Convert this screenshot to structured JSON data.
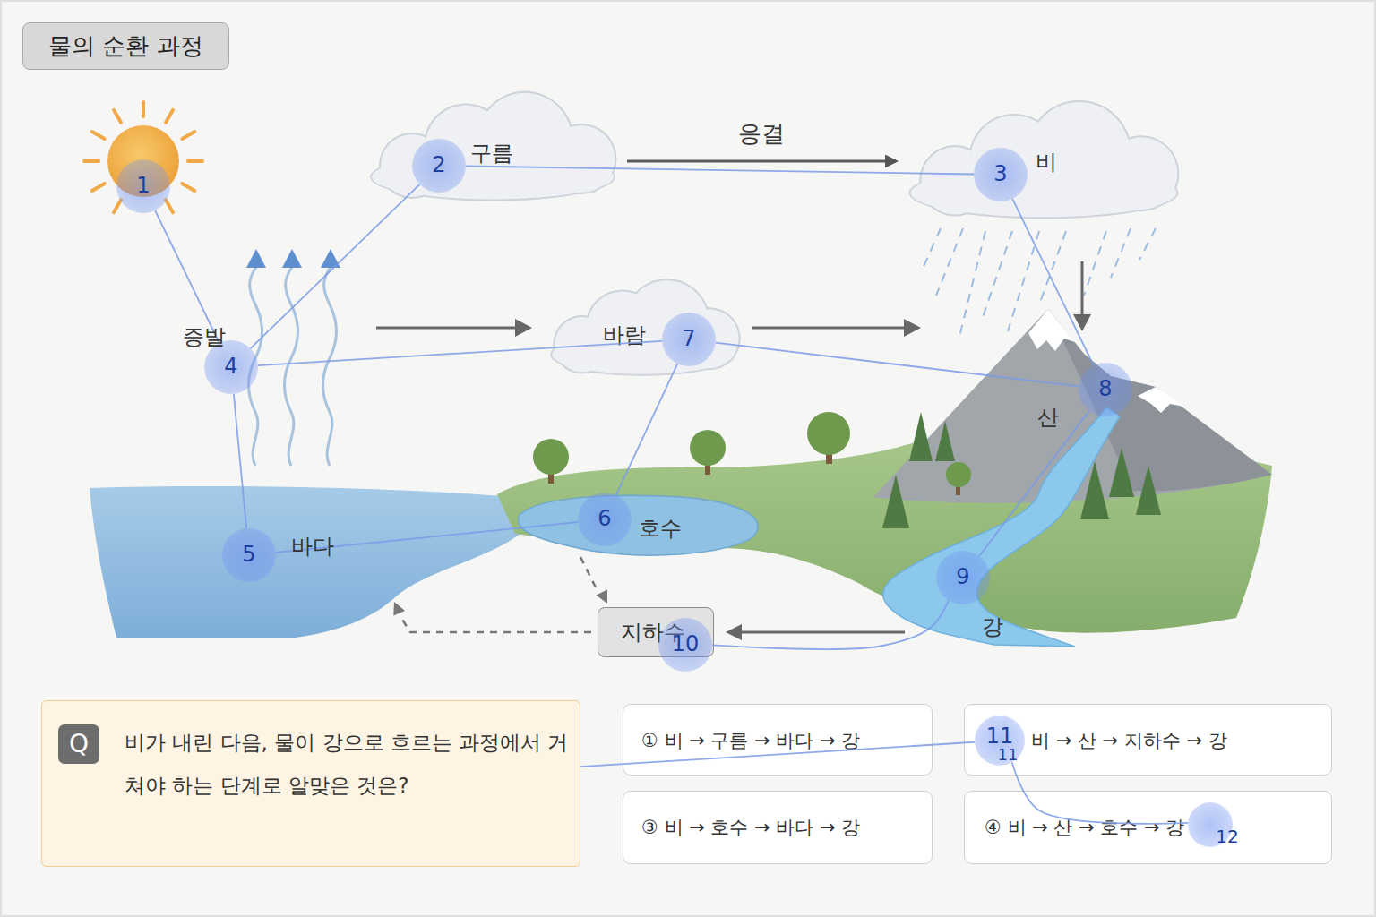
{
  "diagram": {
    "title": "물의 순환 과정",
    "nodes": [
      {
        "text": [
          "1"
        ]
      },
      {
        "text": [
          "구름"
        ]
      },
      {
        "text": [
          "2"
        ],
        "in": 1
      },
      {
        "text": [
          "비"
        ]
      },
      {
        "text": [
          "3"
        ],
        "in": 3
      },
      {
        "text": [
          "4"
        ]
      },
      {
        "text": [
          "바람"
        ]
      },
      {
        "text": [
          "7"
        ],
        "in": 6
      },
      {
        "text": [
          "8"
        ]
      },
      {
        "text": [
          "5"
        ]
      },
      {
        "text": [
          "6"
        ]
      },
      {
        "text": [
          "9"
        ]
      },
      {
        "text": [
          "지하수"
        ]
      },
      {
        "text": [
          "10"
        ]
      },
      {
        "text": [
          "비가 내린 다음, 물이 강으로 흐르는 과정에서 거쳐야 하는 단계로 알맞은 것은?"
        ]
      },
      {
        "text": [
          "Q"
        ],
        "in": 14
      },
      {
        "text": [
          "① 비 → 구름 → 바다 → 강"
        ]
      },
      {
        "text": [
          "비 → 산 → 지하수 → 강"
        ]
      },
      {
        "text": [
          "11"
        ],
        "in": 17
      },
      {
        "text": [
          "③ 비 → 호수 → 바다 → 강"
        ]
      },
      {
        "text": [
          "④ 비 → 산 → 호수 → 강"
        ]
      },
      {
        "text": [
          "12"
        ],
        "in": 20
      }
    ],
    "edges": [
      {
        "from": 0,
        "to": 5,
        "arrow": "none"
      },
      {
        "from": 5,
        "to": 2,
        "arrow": "none"
      },
      {
        "from": 2,
        "to": 4,
        "arrow": "none"
      },
      {
        "from": 4,
        "to": 8,
        "arrow": "none"
      },
      {
        "from": 5,
        "to": 7,
        "arrow": "none"
      },
      {
        "from": 7,
        "to": 8,
        "arrow": "none"
      },
      {
        "from": 5,
        "to": 9,
        "arrow": "none"
      },
      {
        "from": 9,
        "to": 10,
        "arrow": "none"
      },
      {
        "from": 10,
        "to": 7,
        "arrow": "none"
      },
      {
        "from": 8,
        "to": 11,
        "arrow": "none"
      },
      {
        "from": 11,
        "to": 13,
        "arrow": "none"
      },
      {
        "from": 14,
        "to": 18,
        "arrow": "none"
      },
      {
        "from": 18,
        "to": 21,
        "arrow": "none"
      },
      {
        "from": 1,
        "to": 3,
        "label": "응결",
        "arrow": "to"
      }
    ],
    "labels": [
      "증발",
      "바다",
      "호수",
      "산",
      "강",
      "11"
    ]
  }
}
